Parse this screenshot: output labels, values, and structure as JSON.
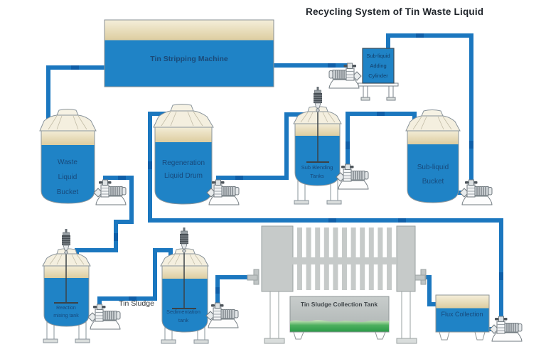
{
  "title": "Recycling System of Tin Waste Liquid",
  "labels": {
    "tin_stripping_machine": "Tin Stripping Machine",
    "sub_liquid_adding_cylinder": "Sub-liquid\nAdding\nCylinder",
    "waste_liquid_bucket": "Waste\nLiquid\nBucket",
    "regeneration_liquid_drum": "Regeneration\nLiquid Drum",
    "sub_blending_tanks": "Sub Blending\nTanks",
    "sub_liquid_bucket": "Sub-liquid\nBucket",
    "reaction_mixing_tank": "Reaction\nmixing tank",
    "sedimentation_tank": "Sedimentation\ntank",
    "tin_sludge": "Tin Sludge",
    "tin_sludge_collection_tank": "Tin Sludge Collection Tank",
    "flux_collection": "Flux Collection"
  },
  "colors": {
    "pipe_blue": "#1b77bf",
    "pipe_joint_dark": "#0e5ea8",
    "tank_blue": "#1f83c6",
    "cream_top": "#f2ebd3",
    "cream_bottom": "#e0d1a5",
    "label_navy": "#17497b",
    "filter_gray": "#c6cac9",
    "collection_gray": "#bcc1c0",
    "sludge_green": "#2fa04d",
    "title_text": "#1e2329"
  }
}
